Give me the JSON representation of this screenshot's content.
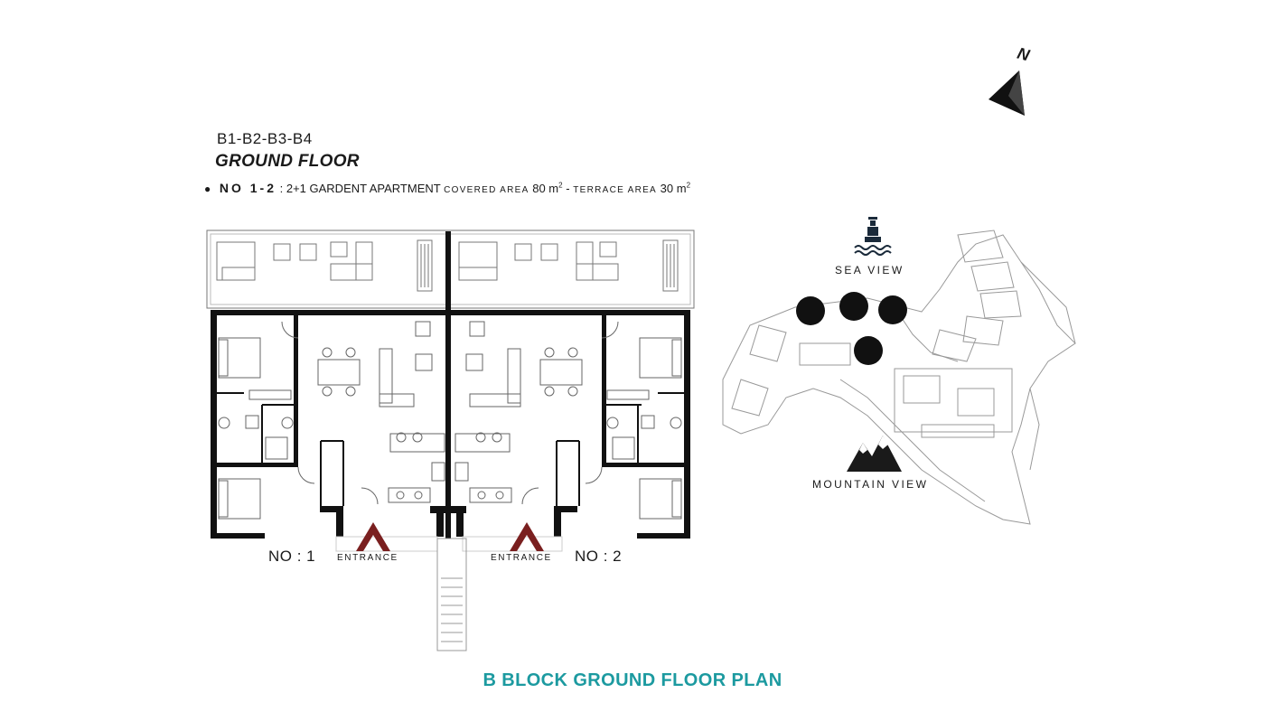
{
  "header": {
    "block_codes": "B1-B2-B3-B4",
    "floor": "GROUND FLOOR"
  },
  "info": {
    "bullet": "●",
    "unit_code": "NO 1-2",
    "description": ": 2+1 GARDENT APARTMENT",
    "covered_label": "covered AREA",
    "covered_value": "80 m",
    "separator": "-",
    "terrace_label": "TERRACE AREA",
    "terrace_value": "30 m",
    "area_exponent": "2"
  },
  "units": {
    "unit1": "NO : 1",
    "unit2": "NO : 2"
  },
  "entrances": {
    "left": "ENTRANCE",
    "right": "ENTRANCE"
  },
  "site": {
    "sea_view": "SEA VIEW",
    "mountain_view": "MOUNTAIN VIEW",
    "sea_icon": "lighthouse-waves-icon",
    "mountain_icon": "mountain-icon"
  },
  "compass": {
    "north": "N",
    "icon": "north-arrow-icon"
  },
  "footer": {
    "title": "B BLOCK GROUND FLOOR PLAN"
  },
  "colors": {
    "title_teal": "#1c9aa0",
    "entrance_maroon": "#7a1f1f",
    "wall": "#111111",
    "marker": "#111111"
  }
}
